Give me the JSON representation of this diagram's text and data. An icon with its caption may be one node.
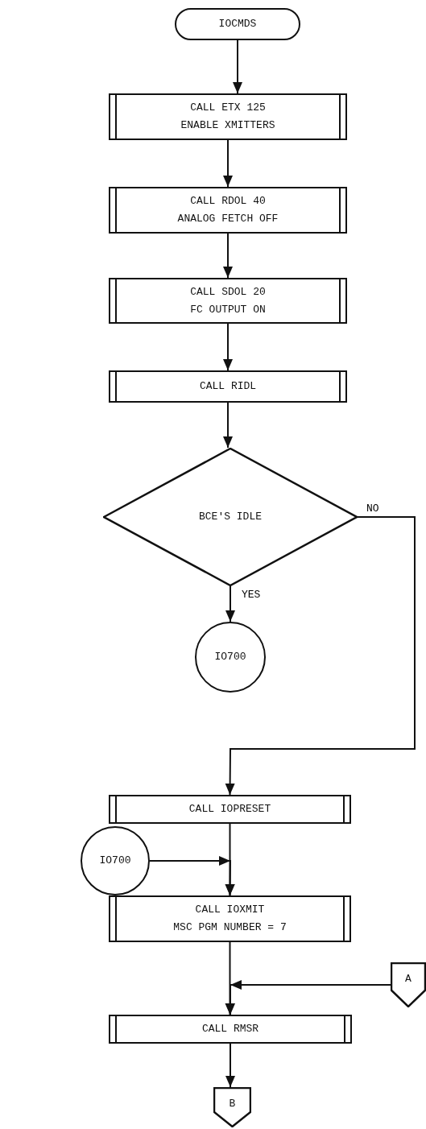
{
  "diagram": {
    "nodes": [
      {
        "text": [
          "IOCMDS"
        ]
      },
      {
        "text": [
          "CALL ETX 125",
          "ENABLE XMITTERS"
        ]
      },
      {
        "text": [
          "CALL RDOL 40",
          "ANALOG FETCH OFF"
        ]
      },
      {
        "text": [
          "CALL SDOL 20",
          "FC OUTPUT ON"
        ]
      },
      {
        "text": [
          "CALL RIDL"
        ]
      },
      {
        "text": [
          "BCE'S IDLE"
        ]
      },
      {
        "text": [
          "IO700"
        ]
      },
      {
        "text": [
          "CALL IOPRESET"
        ]
      },
      {
        "text": [
          "IO700"
        ]
      },
      {
        "text": [
          "CALL IOXMIT",
          "MSC PGM NUMBER = 7"
        ]
      },
      {
        "text": [
          "A"
        ]
      },
      {
        "text": [
          "CALL RMSR"
        ]
      },
      {
        "text": [
          "B"
        ]
      }
    ],
    "edges": [
      {
        "from": 0,
        "to": 1,
        "arrow": "to"
      },
      {
        "from": 1,
        "to": 2,
        "arrow": "to"
      },
      {
        "from": 2,
        "to": 3,
        "arrow": "to"
      },
      {
        "from": 3,
        "to": 4,
        "arrow": "to"
      },
      {
        "from": 4,
        "to": 5,
        "arrow": "to"
      },
      {
        "from": 5,
        "to": 6,
        "arrow": "to",
        "label": "YES"
      },
      {
        "from": 5,
        "to": 7,
        "arrow": "to",
        "label": "NO"
      },
      {
        "from": 7,
        "to": 9,
        "arrow": "to"
      },
      {
        "from": 8,
        "to": 9,
        "arrow": "to"
      },
      {
        "from": 9,
        "to": 11,
        "arrow": "to"
      },
      {
        "from": 10,
        "to": 11,
        "arrow": "to"
      },
      {
        "from": 11,
        "to": 12,
        "arrow": "to"
      }
    ]
  }
}
